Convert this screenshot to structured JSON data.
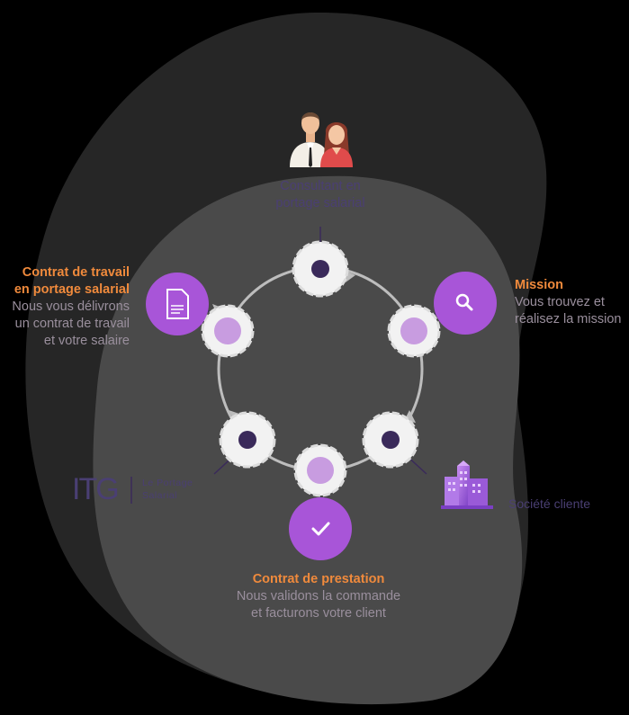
{
  "consultant": {
    "label_line1": "Consultant en",
    "label_line2": "portage salarial"
  },
  "contrat_travail": {
    "title_line1": "Contrat de travail",
    "title_line2": "en portage salarial",
    "desc_line1": "Nous vous délivrons",
    "desc_line2": "un contrat de travail",
    "desc_line3": "et votre salaire"
  },
  "mission": {
    "title": "Mission",
    "desc_line1": "Vous trouvez et",
    "desc_line2": "réalisez la mission"
  },
  "contrat_prestation": {
    "title": "Contrat de prestation",
    "desc_line1": "Nous validons la commande",
    "desc_line2": "et facturons votre client"
  },
  "itg": {
    "logo_text": "ITG",
    "tagline_line1": "Le Portage",
    "tagline_line2": "Salarial"
  },
  "societe": {
    "label": "Société cliente"
  },
  "colors": {
    "accent_orange": "#f08a3c",
    "accent_purple": "#a855d8",
    "node_light_purple": "#c89ce0",
    "node_dark_purple": "#3a2a5a",
    "text_dark_purple": "#4a3f73"
  },
  "icons": {
    "people": "people-icon",
    "document": "document-icon",
    "search": "search-icon",
    "check": "check-icon",
    "building": "building-icon"
  }
}
